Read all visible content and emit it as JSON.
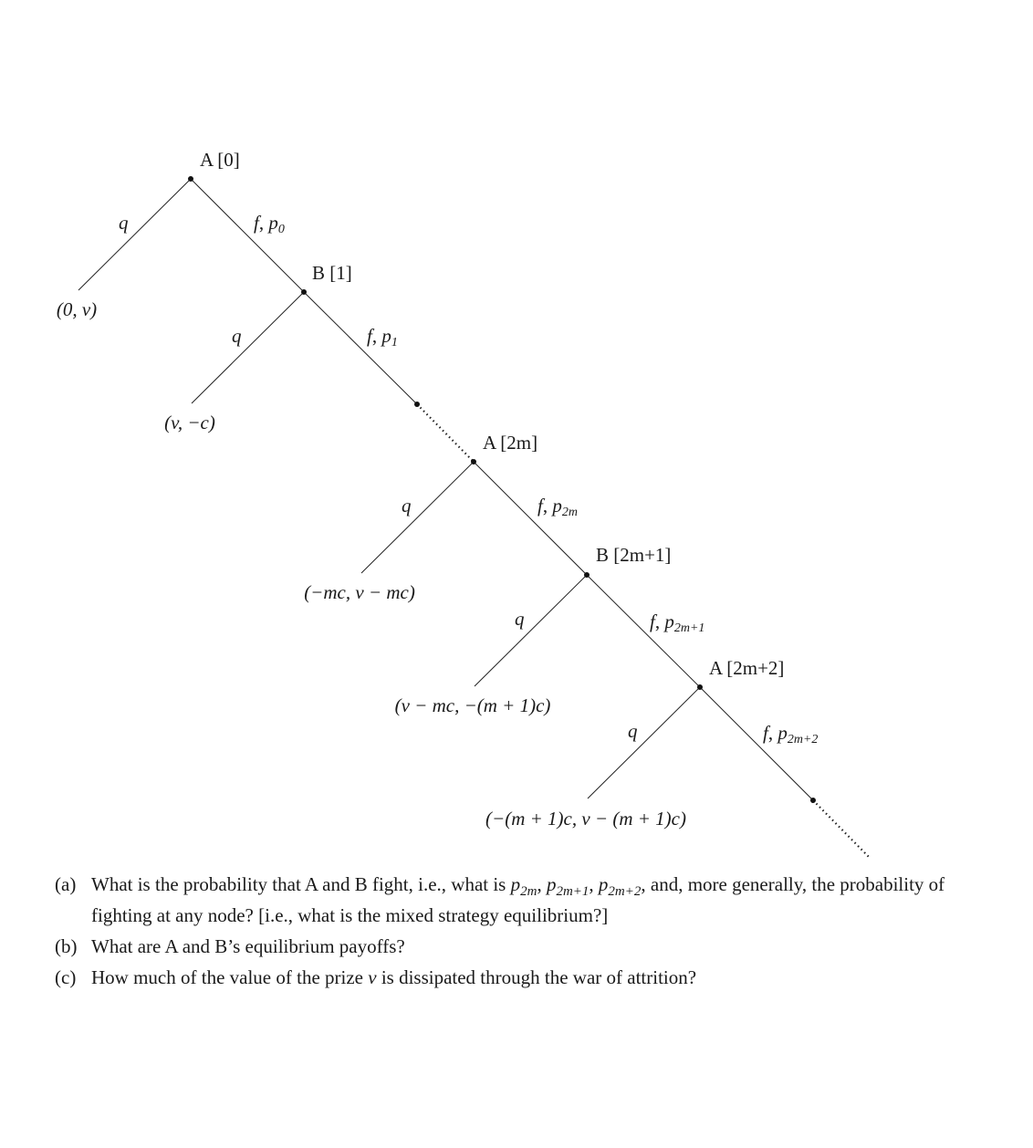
{
  "nodes": [
    {
      "id": "A0",
      "label": "A [0]"
    },
    {
      "id": "B1",
      "label": "B [1]"
    },
    {
      "id": "A2m",
      "label": "A [2m]"
    },
    {
      "id": "B2m1",
      "label": "B [2m+1]"
    },
    {
      "id": "A2m2",
      "label": "A [2m+2]"
    }
  ],
  "quit_label": "q",
  "fight_label": "f",
  "fight_prob_symbol": "p",
  "fight_prob_subscripts": [
    "0",
    "1",
    "2m",
    "2m+1",
    "2m+2"
  ],
  "payoffs": [
    "(0, v)",
    "(v, −c)",
    "(−mc, v − mc)",
    "(v − mc, −(m + 1)c)",
    "(−(m + 1)c, v − (m + 1)c)"
  ],
  "questions": [
    {
      "marker": "(a)",
      "text_1": "What is the probability that A and B fight, i.e., what is ",
      "p": "p",
      "sub_1": "2m",
      "sub_2": "2m+1",
      "sub_3": "2m+2",
      "sep": ", ",
      "text_2": ", and, more generally, the probability of fighting at any node? [i.e., what is the mixed strategy equilibrium?]"
    },
    {
      "marker": "(b)",
      "text": "What are A and B’s equilibrium payoffs?"
    },
    {
      "marker": "(c)",
      "text_1": "How much of the value of the prize ",
      "var": "v",
      "text_2": " is dissipated through the war of attrition?"
    }
  ]
}
